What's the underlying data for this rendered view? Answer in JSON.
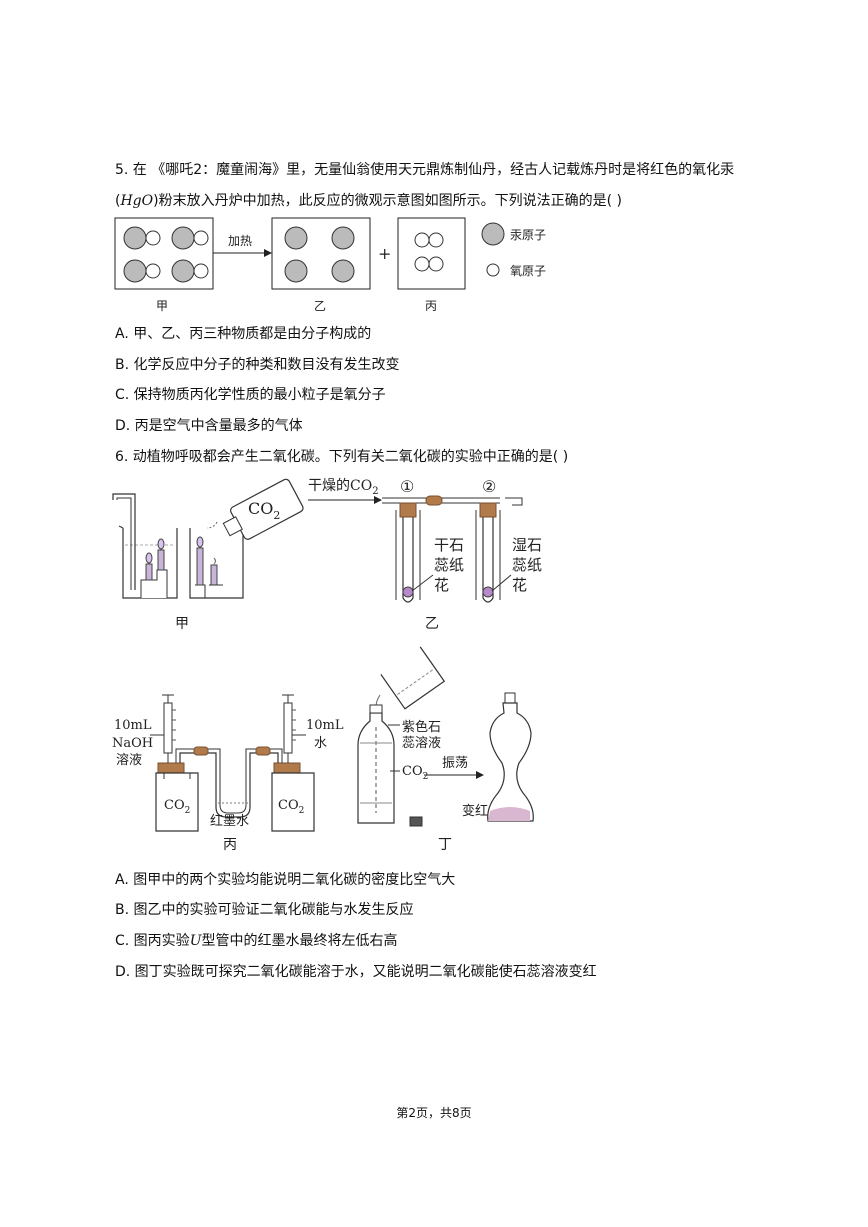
{
  "q5": {
    "line1": "5. 在 《哪吒2：魔童闹海》里，无量仙翁使用天元鼎炼制仙丹，经古人记载炼丹时是将红色的氧化汞",
    "line2_pre": "(",
    "line2_formula": "HgO",
    "line2_post": ")粉末放入丹炉中加热，此反应的微观示意图如图所示。下列说法正确的是(    )",
    "figure": {
      "arrow_label": "加热",
      "plus": "+",
      "box_labels": [
        "甲",
        "乙",
        "丙"
      ],
      "legend": [
        "汞原子",
        "氧原子"
      ]
    },
    "options": [
      "A. 甲、乙、丙三种物质都是由分子构成的",
      "B. 化学反应中分子的种类和数目没有发生改变",
      "C. 保持物质丙化学性质的最小粒子是氧分子",
      "D. 丙是空气中含量最多的气体"
    ]
  },
  "q6": {
    "stem": "6. 动植物呼吸都会产生二氧化碳。下列有关二氧化碳的实验中正确的是(    )",
    "figure": {
      "jia_label": "甲",
      "jia_co2": "CO",
      "jia_co2_sub": "2",
      "yi_label": "乙",
      "yi_dry_co2": "干燥的CO",
      "yi_dry_co2_sub": "2",
      "yi_n1": "①",
      "yi_n2": "②",
      "yi_dry": [
        "干石",
        "蕊纸",
        "花"
      ],
      "yi_wet": [
        "湿石",
        "蕊纸",
        "花"
      ],
      "bing_label": "丙",
      "bing_naoh": [
        "10mL",
        "NaOH",
        "溶液"
      ],
      "bing_water": [
        "10mL",
        "水"
      ],
      "bing_co2": "CO",
      "bing_co2_sub": "2",
      "bing_ink": "红墨水",
      "ding_label": "丁",
      "ding_litmus": [
        "紫色石",
        "蕊溶液"
      ],
      "ding_co2": "CO",
      "ding_co2_sub": "2",
      "ding_shake": "振荡",
      "ding_red": "变红"
    },
    "options": {
      "a": "A. 图甲中的两个实验均能说明二氧化碳的密度比空气大",
      "b": "B. 图乙中的实验可验证二氧化碳能与水发生反应",
      "c_pre": "C. 图丙实验",
      "c_u": "U",
      "c_post": "型管中的红墨水最终将左低右高",
      "d": "D. 图丁实验既可探究二氧化碳能溶于水，又能说明二氧化碳能使石蕊溶液变红"
    }
  },
  "footer": "第2页，共8页"
}
